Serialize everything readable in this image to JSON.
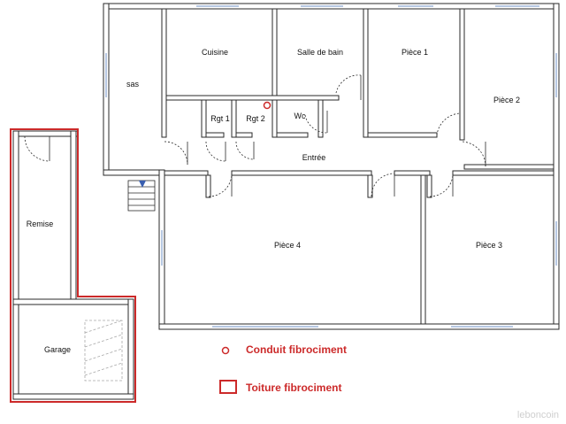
{
  "rooms": {
    "sas": "sas",
    "cuisine": "Cuisine",
    "salle_de_bain": "Salle de bain",
    "piece1": "Pièce 1",
    "piece2": "Pièce 2",
    "rgt1": "Rgt 1",
    "rgt2": "Rgt 2",
    "wc": "Wc",
    "entree": "Entrée",
    "piece4": "Pièce 4",
    "piece3": "Pièce 3",
    "remise": "Remise",
    "garage": "Garage"
  },
  "legend": {
    "conduit_label": "Conduit fibrociment",
    "toiture_label": "Toiture fibrociment",
    "color": "#cc2a2a"
  },
  "watermark": "leboncoin",
  "colors": {
    "wall_fill": "#ffffff",
    "wall_stroke": "#2a2a2a",
    "window": "#9fb6d8",
    "highlight": "#cc2a2a",
    "arrow": "#3a5fb0"
  }
}
